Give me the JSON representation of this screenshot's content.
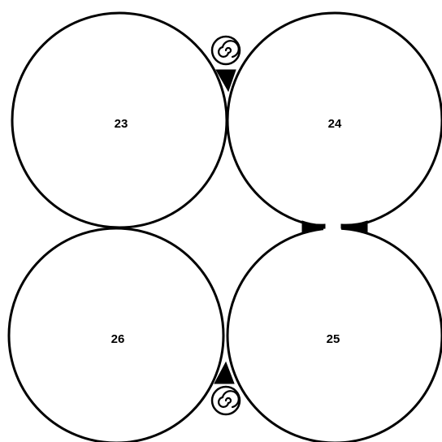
{
  "cells": [
    {
      "id": "cell-23",
      "label": "23"
    },
    {
      "id": "cell-24",
      "label": "24"
    },
    {
      "id": "cell-25",
      "label": "25"
    },
    {
      "id": "cell-26",
      "label": "26"
    }
  ],
  "connectors": [
    {
      "between": [
        "23",
        "24"
      ],
      "kind": "spiral-knot-icon"
    },
    {
      "between": [
        "24",
        "25"
      ],
      "kind": "gap-opening"
    },
    {
      "between": [
        "23",
        "26"
      ],
      "kind": "touching"
    },
    {
      "between": [
        "26",
        "25"
      ],
      "kind": "spiral-knot-icon"
    }
  ],
  "colors": {
    "stroke": "#000000",
    "background": "#ffffff"
  }
}
